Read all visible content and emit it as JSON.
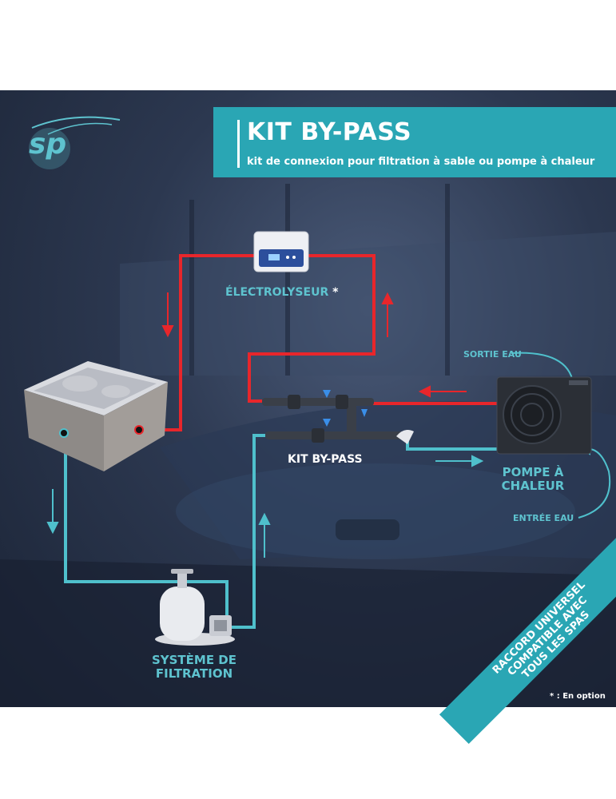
{
  "title": "KIT BY-PASS",
  "subtitle": "kit de connexion pour filtration à sable ou pompe à chaleur",
  "logo_text": "sp",
  "labels": {
    "electrolyseur": "ÉLECTROLYSEUR",
    "electrolyseur_asterisk": "*",
    "sortie_eau": "SORTIE EAU",
    "kit_bypass": "KIT BY-PASS",
    "pompe_line1": "POMPE À",
    "pompe_line2": "CHALEUR",
    "entree_eau": "ENTRÉE EAU",
    "filtration_line1": "SYSTÈME DE",
    "filtration_line2": "FILTRATION"
  },
  "banner": {
    "line1": "RACCORD UNIVERSEL",
    "line2": "COMPATIBLE AVEC",
    "line3": "TOUS LES SPAS"
  },
  "footnote": "* : En option",
  "colors": {
    "hot_pipe": "#e8262b",
    "cold_pipe": "#4fc0cc",
    "accent": "#2aa6b4",
    "label": "#5ec3cf"
  }
}
